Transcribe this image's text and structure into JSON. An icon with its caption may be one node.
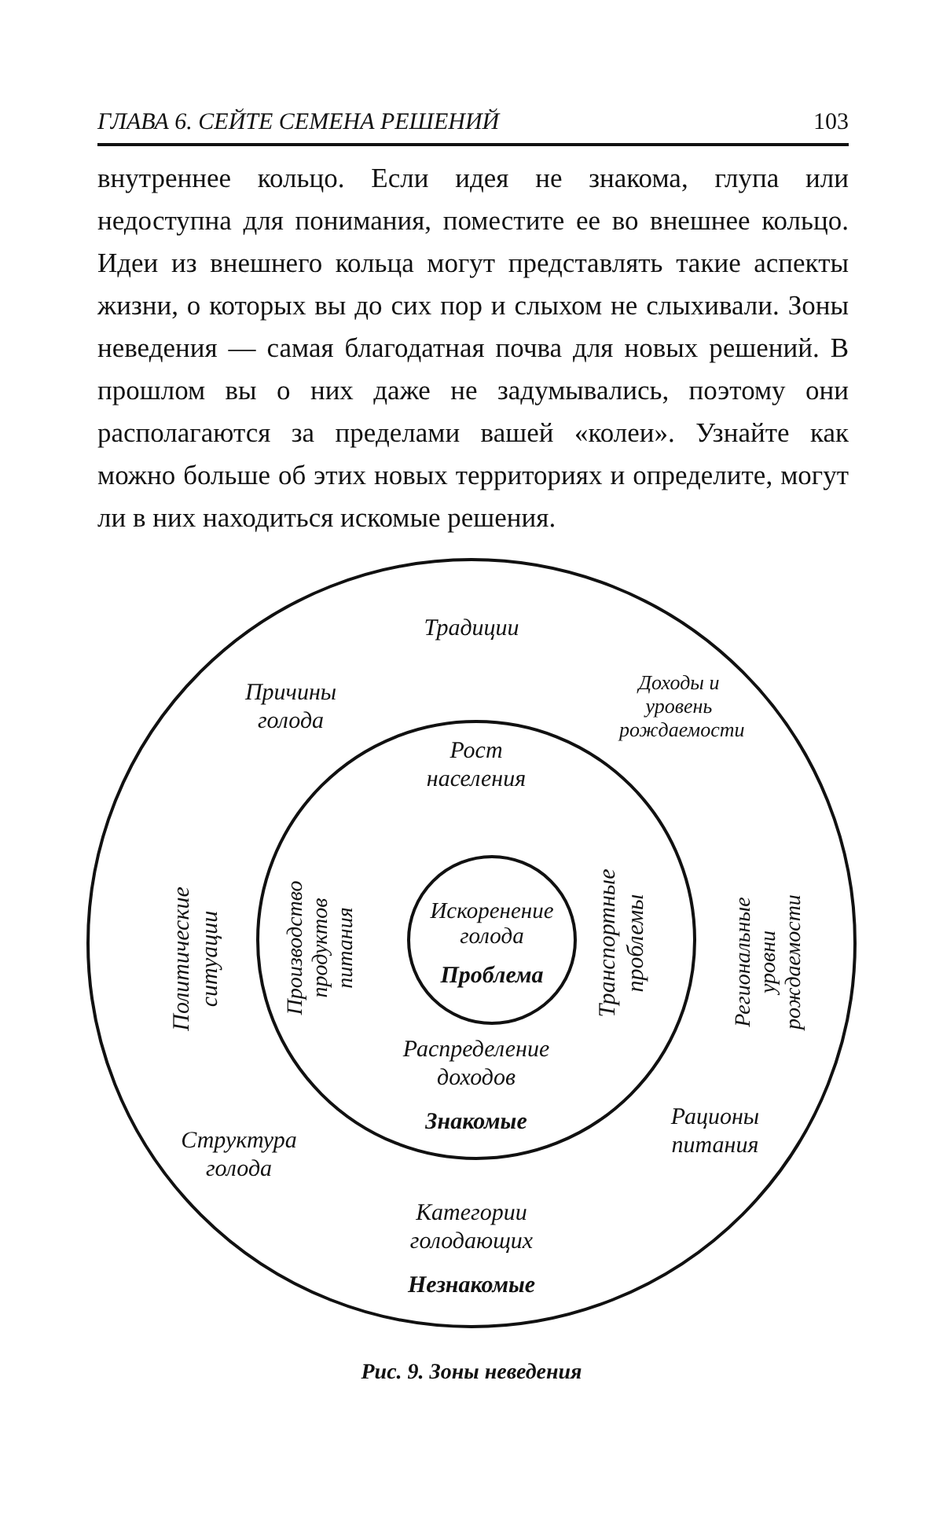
{
  "diagram": {
    "caption": "Рис. 9. Зоны неведения",
    "nodes": [
      {
        "text": [
          "Традиции",
          "Причины голода",
          "Доходы и уровень рождаемости",
          "Политические ситуации",
          "Региональные уровни рождаемости",
          "Структура голода",
          "Рационы питания",
          "Категории голодающих",
          "Незнакомые"
        ]
      },
      {
        "text": [
          "Рост населения",
          "Производство продуктов питания",
          "Транспортные проблемы",
          "Распределение доходов",
          "Знакомые"
        ],
        "in": 0
      },
      {
        "text": [
          "Искоренение голода",
          "Проблема"
        ],
        "in": 1
      }
    ],
    "edges": [],
    "labels": [
      "ГЛАВА 6. СЕЙТЕ СЕМЕНА РЕШЕНИЙ",
      "103",
      "внутреннее кольцо. Если идея не знакома, глупа или недоступна для понимания, поместите ее во внешнее кольцо. Идеи из внешнего кольца могут представлять такие аспекты жизни, о которых вы до сих пор и слыхом не слыхивали. Зоны неведения — самая благодатная почва для новых решений. В прошлом вы о них даже не задумывались, поэтому они располагаются за пределами вашей «колеи». Узнайте как можно больше об этих новых территориях и определите, могут ли в них находиться искомые решения."
    ]
  }
}
